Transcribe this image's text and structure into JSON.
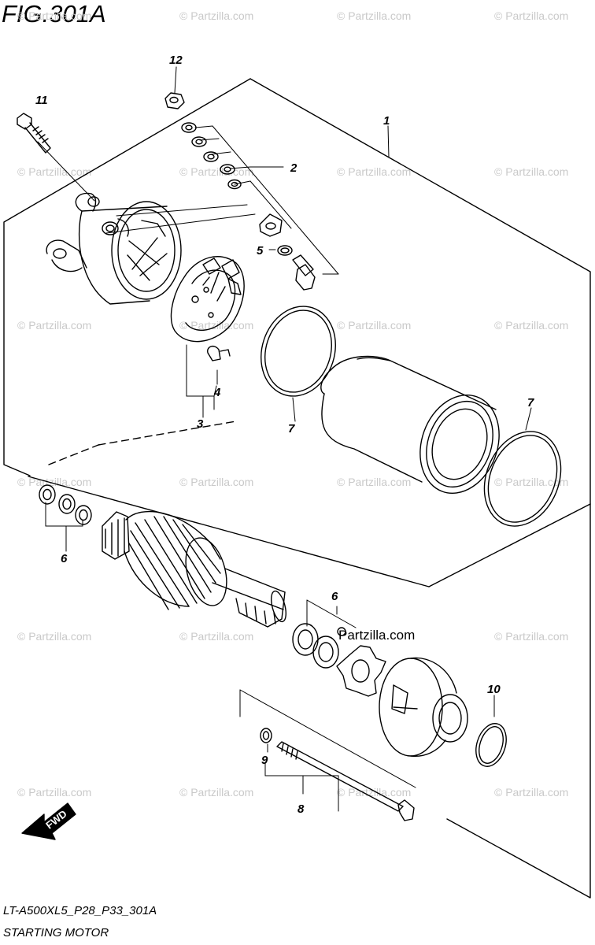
{
  "figure": {
    "title": "FIG.301A",
    "code": "LT-A500XL5_P28_P33_301A",
    "name": "STARTING MOTOR"
  },
  "watermark": {
    "text": "© Partzilla.com",
    "brand": "Partzilla.com"
  },
  "callouts": [
    "1",
    "2",
    "3",
    "4",
    "5",
    "6",
    "6",
    "7",
    "7",
    "8",
    "9",
    "10",
    "11",
    "12"
  ],
  "direction": {
    "label": "FWD"
  }
}
